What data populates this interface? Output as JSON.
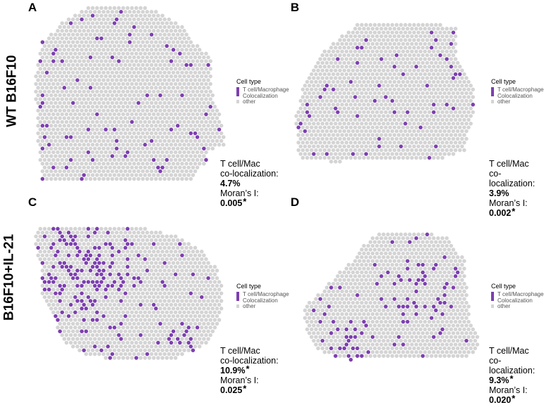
{
  "row_labels": {
    "top": "WT B16F10",
    "bottom": "B16F10+IL-21"
  },
  "legend": {
    "title": "Cell type",
    "items": [
      "T cell/Macrophage\nColocalization",
      "other"
    ]
  },
  "colors": {
    "colocalization": "#7d3fb0",
    "other": "#d4d4d4"
  },
  "panels": [
    {
      "letter": "A",
      "stat_label_1": "T cell/Mac",
      "stat_label_2": "co-localization:",
      "coloc_value": "4.7%",
      "coloc_star": "",
      "moran_label": "Moran’s I:",
      "moran_value": "0.005",
      "moran_star": "*"
    },
    {
      "letter": "B",
      "stat_label_1": "T cell/Mac",
      "stat_label_2": "co-localization:",
      "coloc_value": "3.9%",
      "coloc_star": "",
      "moran_label": "Moran’s I:",
      "moran_value": "0.002",
      "moran_star": "*"
    },
    {
      "letter": "C",
      "stat_label_1": "T cell/Mac",
      "stat_label_2": "co-localization:",
      "coloc_value": "10.9%",
      "coloc_star": "*",
      "moran_label": "Moran’s I:",
      "moran_value": "0.025",
      "moran_star": "*"
    },
    {
      "letter": "D",
      "stat_label_1": "T cell/Mac",
      "stat_label_2": "co-localization:",
      "coloc_value": "9.3%",
      "coloc_star": "*",
      "moran_label": "Moran’s I:",
      "moran_value": "0.020",
      "moran_star": "*"
    }
  ]
}
